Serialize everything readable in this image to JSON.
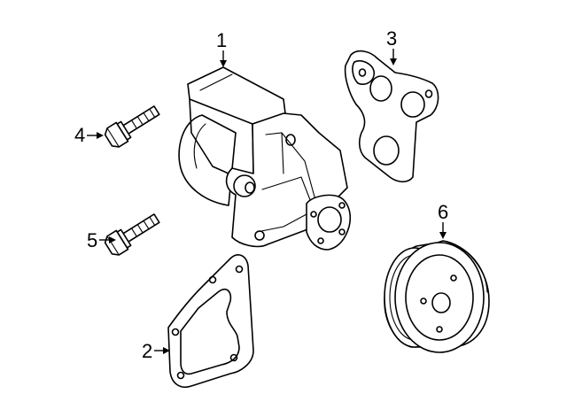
{
  "callouts": [
    {
      "id": "water-pump",
      "number": "1"
    },
    {
      "id": "pump-gasket",
      "number": "2"
    },
    {
      "id": "outlet-gasket",
      "number": "3"
    },
    {
      "id": "bolt-upper",
      "number": "4"
    },
    {
      "id": "bolt-lower",
      "number": "5"
    },
    {
      "id": "pulley",
      "number": "6"
    }
  ]
}
